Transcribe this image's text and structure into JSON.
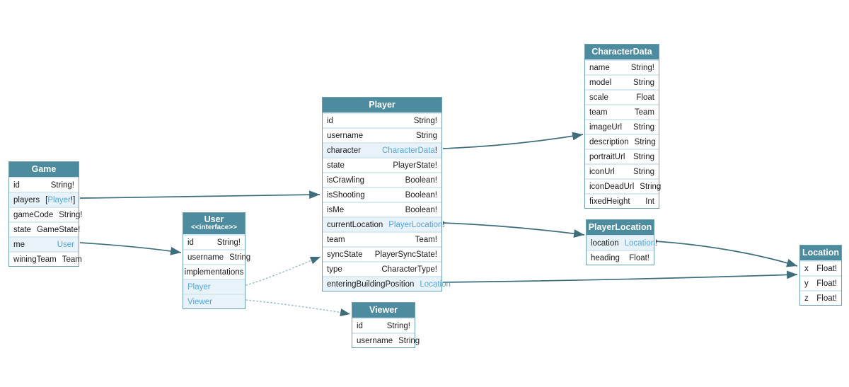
{
  "colors": {
    "header_bg": "#4d8b9e",
    "link": "#55a3d5",
    "link_row_bg": "#e8f3f9",
    "edge": "#3e6d7c",
    "dotted_edge": "#a4c2cc"
  },
  "tables": [
    {
      "name": "Game",
      "title": "Game",
      "fields": [
        {
          "name": "id",
          "type": "String!"
        },
        {
          "name": "players",
          "prefix": "[",
          "linkText": "Player",
          "suffix": "!]"
        },
        {
          "name": "gameCode",
          "type": "String!"
        },
        {
          "name": "state",
          "type": "GameState!"
        },
        {
          "name": "me",
          "linkText": "User"
        },
        {
          "name": "winingTeam",
          "type": "Team"
        }
      ]
    },
    {
      "name": "User",
      "title": "User",
      "subtitle": "<<interface>>",
      "fields": [
        {
          "name": "id",
          "type": "String!"
        },
        {
          "name": "username",
          "type": "String"
        },
        {
          "label": "implementations"
        },
        {
          "linkOnly": "Player"
        },
        {
          "linkOnly": "Viewer"
        }
      ]
    },
    {
      "name": "Player",
      "title": "Player",
      "fields": [
        {
          "name": "id",
          "type": "String!"
        },
        {
          "name": "username",
          "type": "String"
        },
        {
          "name": "character",
          "linkText": "CharacterData",
          "suffix": "!"
        },
        {
          "name": "state",
          "type": "PlayerState!"
        },
        {
          "name": "isCrawling",
          "type": "Boolean!"
        },
        {
          "name": "isShooting",
          "type": "Boolean!"
        },
        {
          "name": "isMe",
          "type": "Boolean!"
        },
        {
          "name": "currentLocation",
          "linkText": "PlayerLocation",
          "suffix": "!"
        },
        {
          "name": "team",
          "type": "Team!"
        },
        {
          "name": "syncState",
          "type": "PlayerSyncState!"
        },
        {
          "name": "type",
          "type": "CharacterType!"
        },
        {
          "name": "enteringBuildingPosition",
          "linkText": "Location"
        }
      ]
    },
    {
      "name": "Viewer",
      "title": "Viewer",
      "fields": [
        {
          "name": "id",
          "type": "String!"
        },
        {
          "name": "username",
          "type": "String"
        }
      ]
    },
    {
      "name": "CharacterData",
      "title": "CharacterData",
      "fields": [
        {
          "name": "name",
          "type": "String!"
        },
        {
          "name": "model",
          "type": "String"
        },
        {
          "name": "scale",
          "type": "Float"
        },
        {
          "name": "team",
          "type": "Team"
        },
        {
          "name": "imageUrl",
          "type": "String"
        },
        {
          "name": "description",
          "type": "String"
        },
        {
          "name": "portraitUrl",
          "type": "String"
        },
        {
          "name": "iconUrl",
          "type": "String"
        },
        {
          "name": "iconDeadUrl",
          "type": "String"
        },
        {
          "name": "fixedHeight",
          "type": "Int"
        }
      ]
    },
    {
      "name": "PlayerLocation",
      "title": "PlayerLocation",
      "fields": [
        {
          "name": "location",
          "linkText": "Location",
          "suffix": "!"
        },
        {
          "name": "heading",
          "type": "Float!"
        }
      ]
    },
    {
      "name": "Location",
      "title": "Location",
      "fields": [
        {
          "name": "x",
          "type": "Float!"
        },
        {
          "name": "y",
          "type": "Float!"
        },
        {
          "name": "z",
          "type": "Float!"
        }
      ]
    }
  ],
  "edges": [
    {
      "from": "Game.players",
      "to": "Player",
      "style": "solid"
    },
    {
      "from": "Game.me",
      "to": "User",
      "style": "solid"
    },
    {
      "from": "User.Player",
      "to": "Player",
      "style": "dotted"
    },
    {
      "from": "User.Viewer",
      "to": "Viewer",
      "style": "dotted"
    },
    {
      "from": "Player.character",
      "to": "CharacterData",
      "style": "solid"
    },
    {
      "from": "Player.currentLocation",
      "to": "PlayerLocation",
      "style": "solid"
    },
    {
      "from": "Player.enteringBuildingPosition",
      "to": "Location",
      "style": "solid"
    },
    {
      "from": "PlayerLocation.location",
      "to": "Location",
      "style": "solid"
    }
  ]
}
